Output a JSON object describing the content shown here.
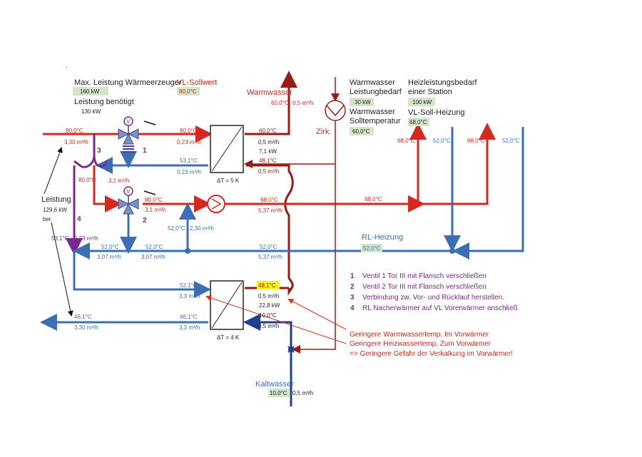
{
  "top_left": {
    "max_label": "Max. Leistung Wärmeerzeuger",
    "max_value": "160 kW",
    "vl_label": "VL-Sollwert",
    "vl_value": "80,0°C",
    "need_label": "Leistung benötigt",
    "need_value": "130 kW"
  },
  "top_right": {
    "ww_label1": "Warmwasser",
    "ww_label2": "Leistungbedarf",
    "ww_value": "30 kW",
    "ww_temp_label1": "Warmwasser",
    "ww_temp_label2": "Solltemperatur",
    "ww_temp_value": "60,0°C",
    "heat_label1": "Heizleistungsbedarf",
    "heat_label2": "einer Station",
    "heat_value": "100 kW",
    "vl_soll_label": "VL-Soll-Heizung",
    "vl_soll_value": "68,0°C"
  },
  "labels": {
    "warmwasser": "Warmwasser",
    "warmwasser_out": "60,0°C",
    "warmwasser_flow": "0,5 m³/h",
    "zirk": "Zirk.",
    "kaltwasser": "Kaltwasser",
    "kaltwasser_temp": "10,0°C",
    "kaltwasser_flow": "0,5 m³/h",
    "rl_heizung": "RL-Heizung",
    "rl_heizung_temp": "52,0°C",
    "leistung": "Leistung",
    "leistung_value": "129,6 kW",
    "leistung_ber": "ber.",
    "dt1": "ΔT = 5 K",
    "dt2": "ΔT = 4 K",
    "dot": "."
  },
  "values": {
    "in_temp": "80,0°C",
    "in_flow": "3,30 m³/h",
    "v1_out_temp": "80,0°C",
    "v1_out_flow": "0,23 m³/h",
    "hx1_ret_temp": "53,1°C",
    "hx1_ret_flow": "0,23 m³/h",
    "hx1_ww_out": "60,0°C",
    "hx1_ww_flow": "0,5 m³/h",
    "hx1_power": "7,1 kW",
    "hx1_ww_in": "48,1°C",
    "hx1_ww_in_flow": "0,5 m³/h",
    "branch_temp": "80,0°C",
    "branch_flow": "3,1 m³/h",
    "v2_temp": "80,0°C",
    "v2_flow": "3,1 m³/h",
    "pump_temp": "68,0°C",
    "pump_flow": "5,37 m³/h",
    "supply_temp": "68,0°C",
    "mix_temp": "52,0°C",
    "mix_flow": "2,30 m³/h",
    "left_ret_temp": "53,1°C",
    "left_ret_flow": "0,23 m³/h",
    "ret1_temp": "52,0°C",
    "ret1_flow": "3,07 m³/h",
    "ret2_temp": "52,0°C",
    "ret2_flow": "3,07 m³/h",
    "ret3_temp": "52,0°C",
    "ret3_flow": "5,37 m³/h",
    "hx2_in_temp": "52,1°C",
    "hx2_in_flow": "3,3 m³/h",
    "hx2_out_temp": "46,1°C",
    "hx2_out_flow": "3,3 m³/h",
    "out_temp": "46,1°C",
    "out_flow": "3,30 m³/h",
    "hx2_ww_out": "48,1°C",
    "hx2_ww_flow": "0,5 m³/h",
    "hx2_power": "22,8 kW",
    "hx2_cw_temp": "10,0°C",
    "hx2_cw_flow": "0,5 m³/h",
    "sup_a": "68,0°C",
    "ret_a": "52,0°C",
    "sup_b": "68,0°C",
    "ret_b": "52,0°C"
  },
  "markers": {
    "m1": "1",
    "m2": "2",
    "m3": "3",
    "m4": "4"
  },
  "notes": [
    {
      "num": "1",
      "text": "Ventil 1 Tor III mit Flansch verschließen"
    },
    {
      "num": "2",
      "text": "Ventil 2 Tor III mit Flansch verschließen"
    },
    {
      "num": "3",
      "text": "Verbindung zw. Vor- und Rücklauf herstellen."
    },
    {
      "num": "4",
      "text": "RL Nacherwärmer auf VL Vorerwärmer anschließ"
    }
  ],
  "red_note": [
    "Geringere Warmwassertemp. Im Vorwärmer",
    "Geringere Heizwassertemp. Zum Vorwärmer",
    "=> Geringere Gefahr der Verkalkung im Vorwärmer!"
  ],
  "colors": {
    "supply": "#d6281f",
    "return": "#3a6fb8",
    "dhw": "#9a1b16",
    "cold": "#1f3f8f",
    "purple": "#7a2a8c"
  }
}
